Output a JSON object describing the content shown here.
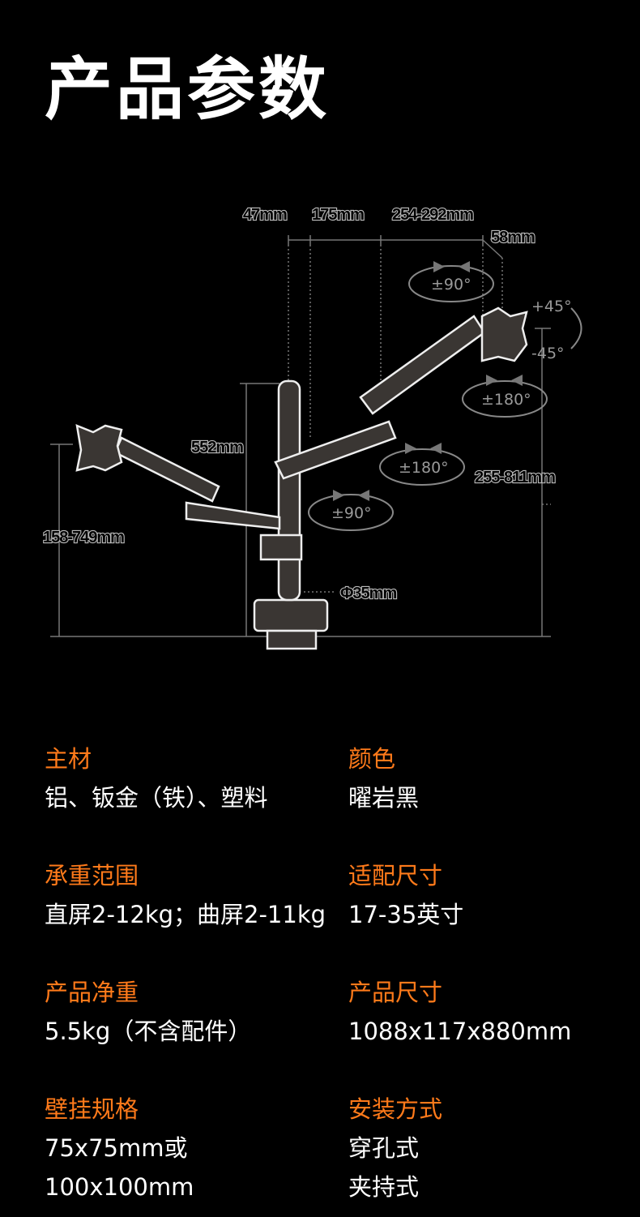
{
  "title": "产品参数",
  "diagram": {
    "dims": {
      "d47": "47mm",
      "d175": "175mm",
      "d254": "254-292mm",
      "d58": "58mm",
      "d552": "552mm",
      "d158": "158-749mm",
      "d255": "255-811mm",
      "phi35": "Φ35mm"
    },
    "angles": {
      "tilt_up": "+45°",
      "tilt_down": "-45°",
      "rot90_top": "±90°",
      "rot180_right": "±180°",
      "rot180_mid": "±180°",
      "rot90_low": "±90°"
    }
  },
  "specs": [
    {
      "label": "主材",
      "values": [
        "铝、钣金（铁）、塑料"
      ]
    },
    {
      "label": "颜色",
      "values": [
        "曜岩黑"
      ]
    },
    {
      "label": "承重范围",
      "values": [
        "直屏2-12kg；曲屏2-11kg"
      ]
    },
    {
      "label": "适配尺寸",
      "values": [
        "17-35英寸"
      ]
    },
    {
      "label": "产品净重",
      "values": [
        "5.5kg（不含配件）"
      ]
    },
    {
      "label": "产品尺寸",
      "values": [
        "1088x117x880mm"
      ]
    },
    {
      "label": "壁挂规格",
      "values": [
        "75x75mm或",
        "100x100mm"
      ]
    },
    {
      "label": "安装方式",
      "values": [
        "穿孔式",
        "夹持式"
      ]
    }
  ],
  "colors": {
    "accent": "#ff7a1a",
    "background": "#000000"
  }
}
